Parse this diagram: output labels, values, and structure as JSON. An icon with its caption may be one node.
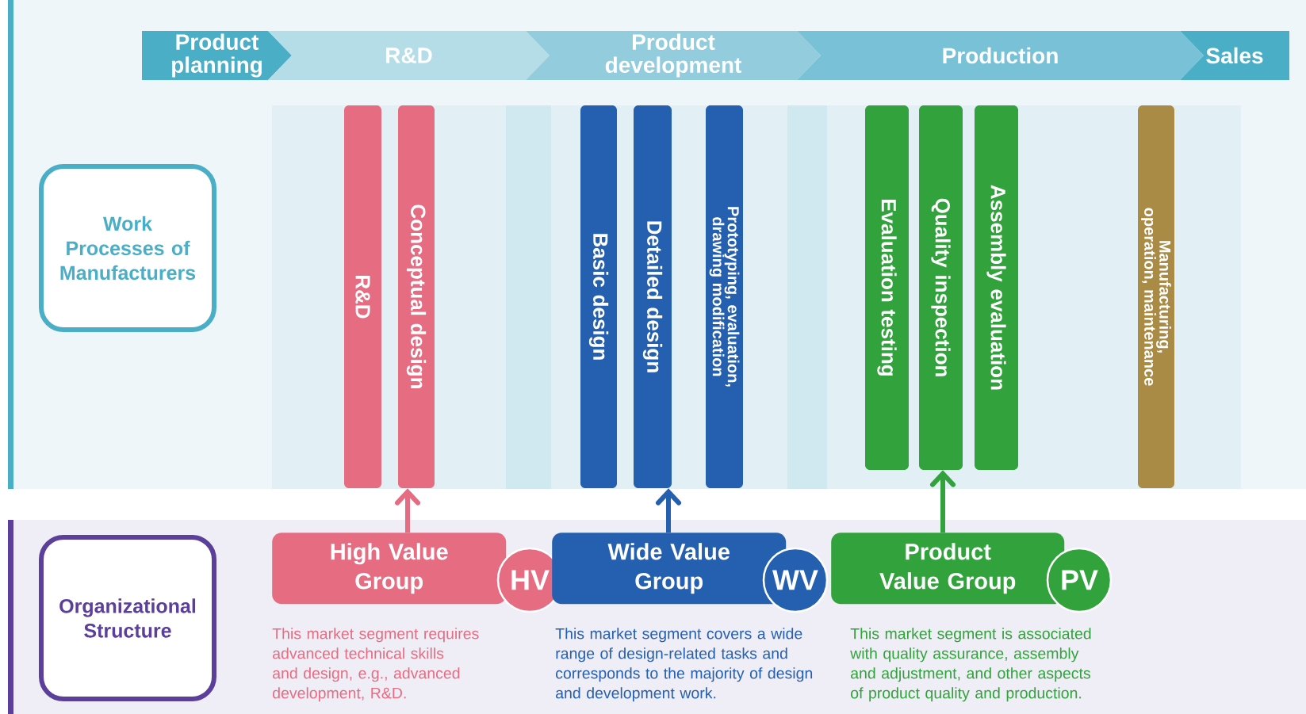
{
  "diagram": {
    "nodes": [
      {
        "text": [
          "Work Processes of Manufacturers"
        ]
      },
      {
        "text": [
          "Product planning"
        ]
      },
      {
        "text": [
          "R&D"
        ]
      },
      {
        "text": [
          "Product development"
        ]
      },
      {
        "text": [
          "Production"
        ]
      },
      {
        "text": [
          "Sales"
        ]
      },
      {
        "text": [
          "R&D"
        ]
      },
      {
        "text": [
          "Conceptual design"
        ]
      },
      {
        "text": [
          "Basic design"
        ]
      },
      {
        "text": [
          "Detailed design"
        ]
      },
      {
        "text": [
          "Prototyping, evaluation, drawing modification"
        ]
      },
      {
        "text": [
          "Evaluation testing"
        ]
      },
      {
        "text": [
          "Quality inspection"
        ]
      },
      {
        "text": [
          "Assembly evaluation"
        ]
      },
      {
        "text": [
          "Manufacturing, operation, maintenance"
        ]
      },
      {
        "text": [
          "Organizational Structure"
        ]
      },
      {
        "text": [
          "High Value Group"
        ],
        "beside": [
          "This market segment requires advanced technical skills and design, e.g., advanced development, R&D."
        ]
      },
      {
        "text": [
          "HV"
        ]
      },
      {
        "text": [
          "Wide Value Group"
        ],
        "beside": [
          "This market segment covers a wide range of design-related tasks and corresponds to the majority of design and development work."
        ]
      },
      {
        "text": [
          "WV"
        ]
      },
      {
        "text": [
          "Product Value Group"
        ],
        "beside": [
          "This market segment is associated with quality assurance, assembly and adjustment, and other aspects of product quality and production."
        ]
      },
      {
        "text": [
          "PV"
        ]
      }
    ],
    "edges": [
      {
        "from": 16,
        "to": 7,
        "arrow": "to",
        "color": "#e66c82"
      },
      {
        "from": 18,
        "to": 9,
        "arrow": "to",
        "color": "#2560b0"
      },
      {
        "from": 20,
        "to": 12,
        "arrow": "to",
        "color": "#31a23c"
      }
    ]
  }
}
